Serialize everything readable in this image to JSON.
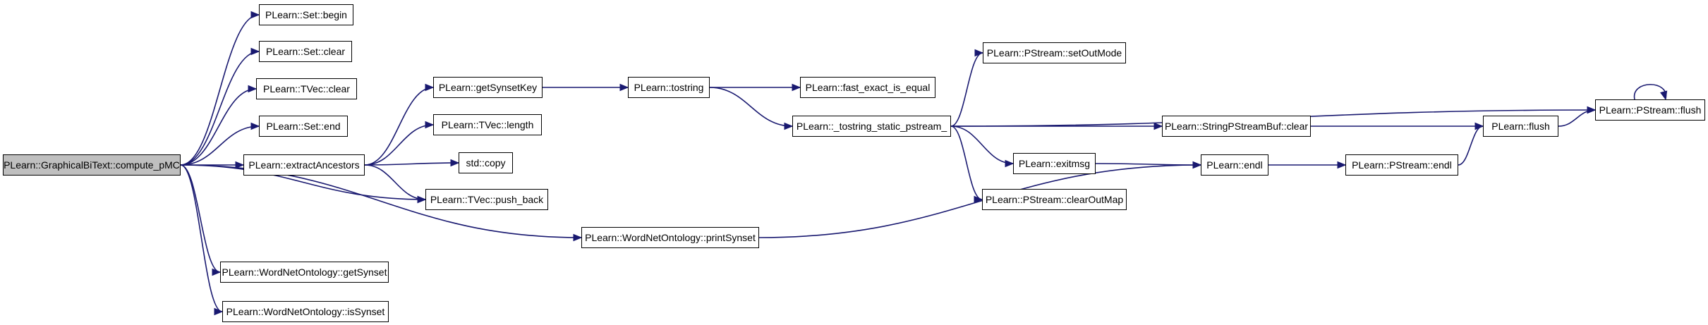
{
  "graph": {
    "edge_color": "#191970",
    "root_fill": "#bfbfbf",
    "node_fill": "#ffffff",
    "nodes": [
      {
        "id": "compute_pMC",
        "label": "PLearn::GraphicalBiText::compute_pMC",
        "root": true
      },
      {
        "id": "set_begin",
        "label": "PLearn::Set::begin"
      },
      {
        "id": "set_clear",
        "label": "PLearn::Set::clear"
      },
      {
        "id": "tvec_clear",
        "label": "PLearn::TVec::clear"
      },
      {
        "id": "set_end",
        "label": "PLearn::Set::end"
      },
      {
        "id": "extractAncestors",
        "label": "PLearn::extractAncestors"
      },
      {
        "id": "getSynsetKey",
        "label": "PLearn::getSynsetKey"
      },
      {
        "id": "tvec_length",
        "label": "PLearn::TVec::length"
      },
      {
        "id": "std_copy",
        "label": "std::copy"
      },
      {
        "id": "push_back",
        "label": "PLearn::TVec::push_back"
      },
      {
        "id": "printSynset",
        "label": "PLearn::WordNetOntology::printSynset"
      },
      {
        "id": "getSynset",
        "label": "PLearn::WordNetOntology::getSynset"
      },
      {
        "id": "isSynset",
        "label": "PLearn::WordNetOntology::isSynset"
      },
      {
        "id": "tostring",
        "label": "PLearn::tostring"
      },
      {
        "id": "fast_exact_is_equal",
        "label": "PLearn::fast_exact_is_equal"
      },
      {
        "id": "tostring_static_pstream",
        "label": "PLearn::_tostring_static_pstream_"
      },
      {
        "id": "setOutMode",
        "label": "PLearn::PStream::setOutMode"
      },
      {
        "id": "spsb_clear",
        "label": "PLearn::StringPStreamBuf::clear"
      },
      {
        "id": "exitmsg",
        "label": "PLearn::exitmsg"
      },
      {
        "id": "clearOutMap",
        "label": "PLearn::PStream::clearOutMap"
      },
      {
        "id": "endl",
        "label": "PLearn::endl"
      },
      {
        "id": "pstream_endl",
        "label": "PLearn::PStream::endl"
      },
      {
        "id": "flush",
        "label": "PLearn::flush"
      },
      {
        "id": "pstream_flush",
        "label": "PLearn::PStream::flush"
      }
    ],
    "edges": [
      {
        "from": "compute_pMC",
        "to": "set_begin"
      },
      {
        "from": "compute_pMC",
        "to": "set_clear"
      },
      {
        "from": "compute_pMC",
        "to": "tvec_clear"
      },
      {
        "from": "compute_pMC",
        "to": "set_end"
      },
      {
        "from": "compute_pMC",
        "to": "extractAncestors"
      },
      {
        "from": "compute_pMC",
        "to": "push_back"
      },
      {
        "from": "compute_pMC",
        "to": "printSynset"
      },
      {
        "from": "compute_pMC",
        "to": "getSynset"
      },
      {
        "from": "compute_pMC",
        "to": "isSynset"
      },
      {
        "from": "extractAncestors",
        "to": "getSynsetKey"
      },
      {
        "from": "extractAncestors",
        "to": "tvec_length"
      },
      {
        "from": "extractAncestors",
        "to": "std_copy"
      },
      {
        "from": "extractAncestors",
        "to": "push_back"
      },
      {
        "from": "getSynsetKey",
        "to": "tostring"
      },
      {
        "from": "tostring",
        "to": "fast_exact_is_equal"
      },
      {
        "from": "tostring",
        "to": "tostring_static_pstream"
      },
      {
        "from": "tostring_static_pstream",
        "to": "setOutMode"
      },
      {
        "from": "tostring_static_pstream",
        "to": "pstream_flush"
      },
      {
        "from": "tostring_static_pstream",
        "to": "spsb_clear"
      },
      {
        "from": "tostring_static_pstream",
        "to": "exitmsg"
      },
      {
        "from": "tostring_static_pstream",
        "to": "clearOutMap"
      },
      {
        "from": "printSynset",
        "to": "endl"
      },
      {
        "from": "exitmsg",
        "to": "endl"
      },
      {
        "from": "endl",
        "to": "pstream_endl"
      },
      {
        "from": "pstream_endl",
        "to": "flush"
      },
      {
        "from": "spsb_clear",
        "to": "flush"
      },
      {
        "from": "flush",
        "to": "pstream_flush"
      },
      {
        "from": "pstream_flush",
        "to": "pstream_flush"
      }
    ]
  }
}
